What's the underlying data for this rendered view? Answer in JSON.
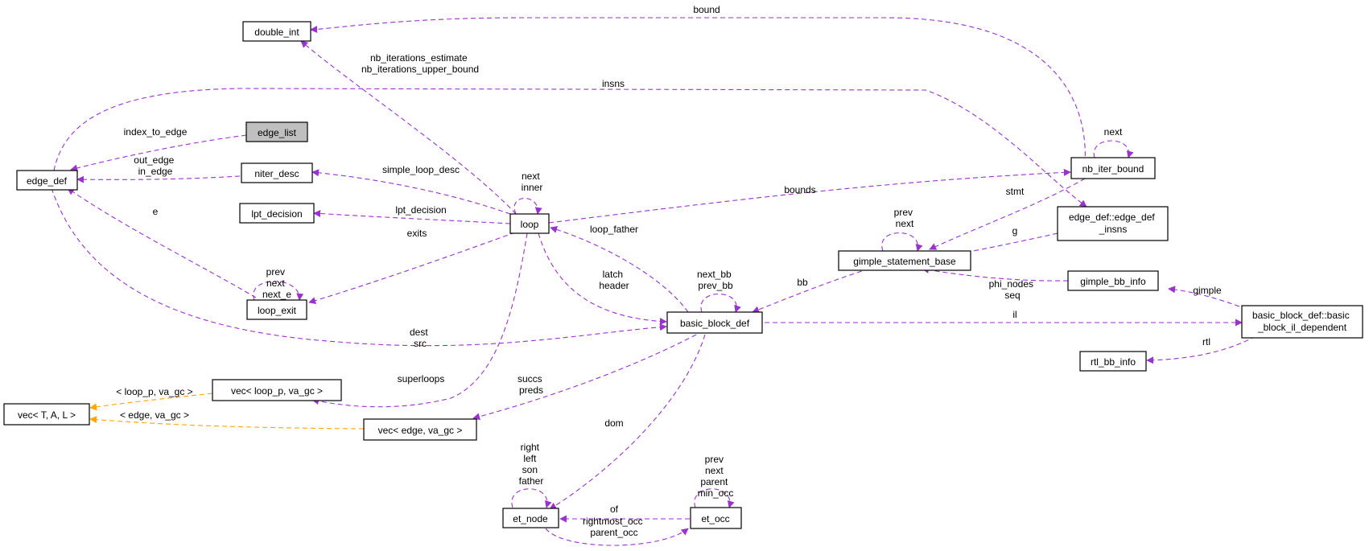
{
  "colors": {
    "association": "#9a32cd",
    "template": "#ffa500",
    "node_fill": "#ffffff",
    "focus_fill": "#bfbfbf",
    "border": "#000000"
  },
  "nodes": {
    "double_int": "double_int",
    "edge_list": "edge_list",
    "edge_def": "edge_def",
    "niter_desc": "niter_desc",
    "lpt_decision": "lpt_decision",
    "loop": "loop",
    "loop_exit": "loop_exit",
    "nb_iter_bound": "nb_iter_bound",
    "edge_def_insns": [
      "edge_def::edge_def",
      "_insns"
    ],
    "gimple_statement_base": "gimple_statement_base",
    "gimple_bb_info": "gimple_bb_info",
    "basic_block_def": "basic_block_def",
    "bb_il_dependent": [
      "basic_block_def::basic",
      "_block_il_dependent"
    ],
    "rtl_bb_info": "rtl_bb_info",
    "vec_loop_p": "vec< loop_p, va_gc >",
    "vec_tal": "vec< T, A, L >",
    "vec_edge": "vec< edge, va_gc >",
    "et_node": "et_node",
    "et_occ": "et_occ"
  },
  "edge_labels": {
    "bound": [
      "bound"
    ],
    "nb_iterations": [
      "nb_iterations_estimate",
      "nb_iterations_upper_bound"
    ],
    "insns": [
      "insns"
    ],
    "index_to_edge": [
      "index_to_edge"
    ],
    "out_in_edge": [
      "out_edge",
      "in_edge"
    ],
    "simple_loop_desc": [
      "simple_loop_desc"
    ],
    "lpt_decision": [
      "lpt_decision"
    ],
    "e": [
      "e"
    ],
    "exits": [
      "exits"
    ],
    "loop_self": [
      "next",
      "inner"
    ],
    "loop_exit_self": [
      "prev",
      "next",
      "next_e"
    ],
    "bounds": [
      "bounds"
    ],
    "nb_iter_self": [
      "next"
    ],
    "stmt": [
      "stmt"
    ],
    "gimple_self": [
      "prev",
      "next"
    ],
    "g": [
      "g"
    ],
    "loop_father": [
      "loop_father"
    ],
    "latch_header": [
      "latch",
      "header"
    ],
    "bb_self": [
      "next_bb",
      "prev_bb"
    ],
    "bb": [
      "bb"
    ],
    "phi_seq": [
      "phi_nodes",
      "seq"
    ],
    "gimple": [
      "gimple"
    ],
    "dest_src": [
      "dest",
      "src"
    ],
    "il": [
      "il"
    ],
    "rtl": [
      "rtl"
    ],
    "superloops": [
      "superloops"
    ],
    "succs_preds": [
      "succs",
      "preds"
    ],
    "vec_loop_p": [
      "< loop_p, va_gc >"
    ],
    "vec_edge": [
      "< edge, va_gc >"
    ],
    "dom": [
      "dom"
    ],
    "et_node_self": [
      "right",
      "left",
      "son",
      "father"
    ],
    "et_occ_self": [
      "prev",
      "next",
      "parent",
      "min_occ"
    ],
    "of": [
      "of"
    ],
    "rightmost_parent": [
      "rightmost_occ",
      "parent_occ"
    ]
  }
}
